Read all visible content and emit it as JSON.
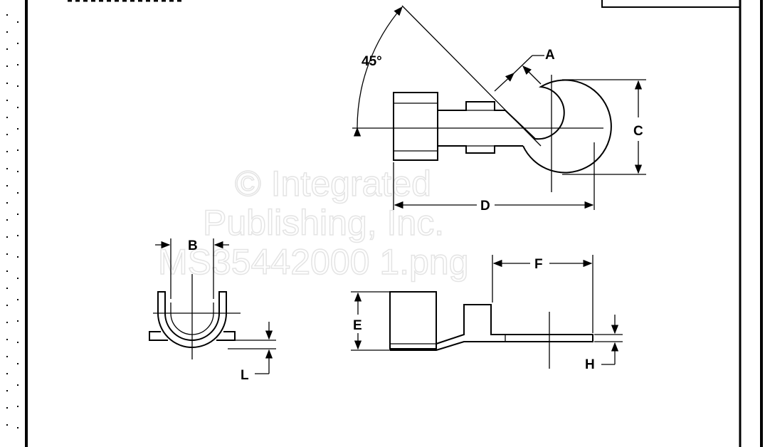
{
  "drawing": {
    "labels": {
      "angle": "45°",
      "a": "A",
      "b": "B",
      "c": "C",
      "d": "D",
      "e": "E",
      "f": "F",
      "h": "H",
      "l": "L"
    },
    "watermark": {
      "line1": "© Integrated",
      "line2": "Publishing, Inc.",
      "line3": "MS35442000 1.png"
    }
  }
}
